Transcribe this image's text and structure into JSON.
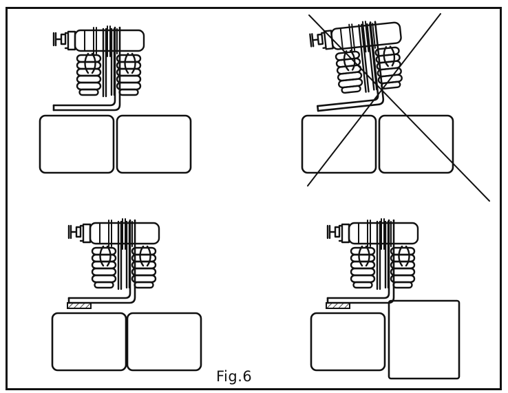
{
  "figure": {
    "caption": "Fig.6",
    "panels": [
      {
        "id": "top-left",
        "crossed_out": false,
        "shim": false,
        "blocks_equal": true
      },
      {
        "id": "top-right",
        "crossed_out": true,
        "shim": false,
        "blocks_equal": true
      },
      {
        "id": "bottom-left",
        "crossed_out": false,
        "shim": true,
        "blocks_equal": true
      },
      {
        "id": "bottom-right",
        "crossed_out": false,
        "shim": true,
        "blocks_equal": false
      }
    ]
  }
}
